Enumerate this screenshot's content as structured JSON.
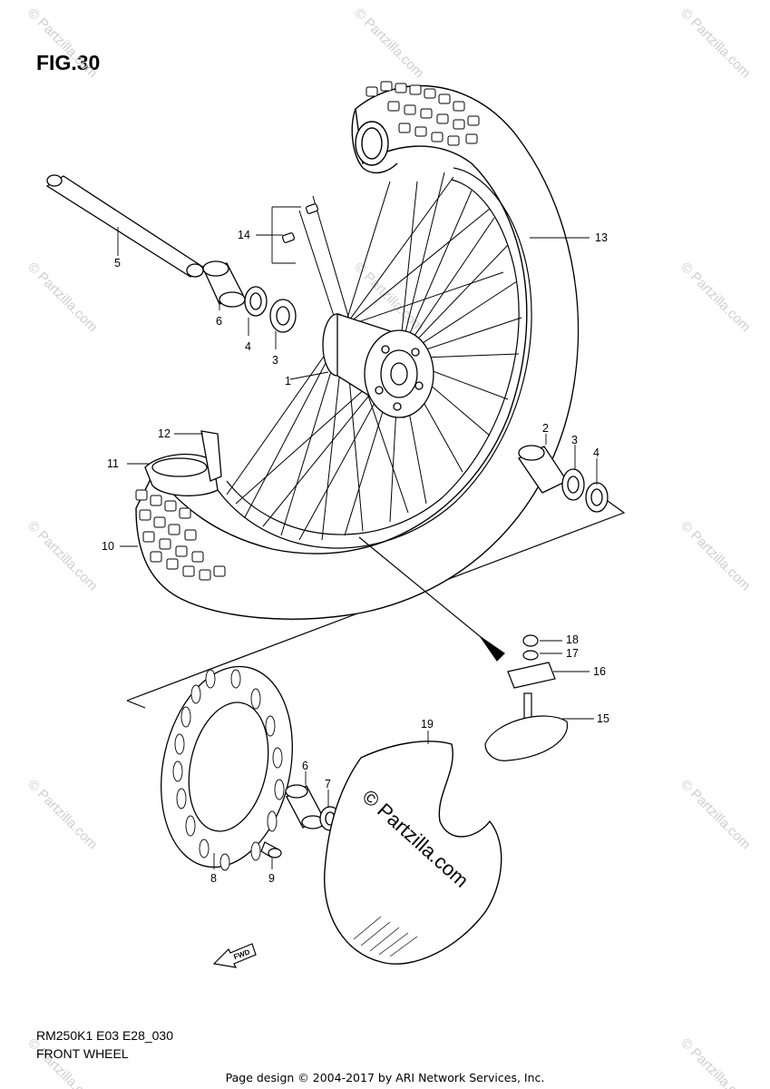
{
  "figure": {
    "title": "FIG.30",
    "model_code": "RM250K1 E03 E28_030",
    "caption": "FRONT WHEEL"
  },
  "footer": "Page design © 2004-2017 by ARI Network Services, Inc.",
  "watermark": {
    "text": "© Partzilla.com",
    "center_text": "© Partzilla.com"
  },
  "fwd_label": "FWD",
  "callouts": {
    "c1": "1",
    "c2": "2",
    "c3a": "3",
    "c3b": "3",
    "c4a": "4",
    "c4b": "4",
    "c5": "5",
    "c6a": "6",
    "c6b": "6",
    "c7": "7",
    "c8": "8",
    "c9": "9",
    "c10": "10",
    "c11": "11",
    "c12": "12",
    "c13": "13",
    "c14": "14",
    "c15": "15",
    "c16": "16",
    "c17": "17",
    "c18": "18",
    "c19": "19"
  }
}
